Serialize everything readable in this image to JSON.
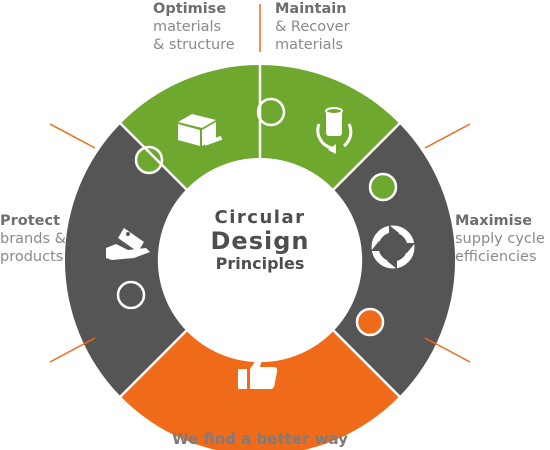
{
  "colors": {
    "green": "#6fa82e",
    "dark": "#555555",
    "orange": "#ef6b1a",
    "text_strong": "#6e6e6e",
    "text_light": "#8a8a8a",
    "center_text": "#4e4e4e"
  },
  "center": {
    "line1": "Circular",
    "line2": "Design",
    "line3": "Principles"
  },
  "segments": [
    {
      "title": "Optimise",
      "lines": [
        "materials",
        "& structure"
      ],
      "icon": "box-icon",
      "color": "green"
    },
    {
      "title": "Maintain",
      "lines": [
        "& Recover",
        "materials"
      ],
      "icon": "roll-recycle-icon",
      "color": "green"
    },
    {
      "title": "Maximise",
      "lines": [
        "supply cycle",
        "efficiencies"
      ],
      "icon": "cycle-arrows-icon",
      "color": "dark"
    },
    {
      "title": "Protect",
      "lines": [
        "brands &",
        "products"
      ],
      "icon": "hand-tag-icon",
      "color": "dark"
    }
  ],
  "bottom": {
    "text": "We find a better way",
    "icon": "thumbs-up-icon",
    "color": "orange"
  }
}
